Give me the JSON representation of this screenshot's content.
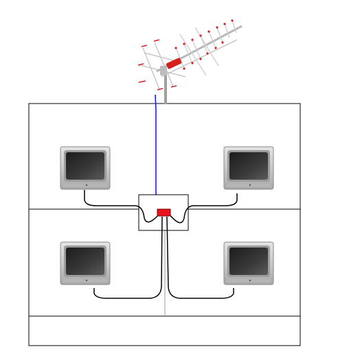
{
  "diagram": {
    "components": {
      "antenna": "tv-antenna",
      "splitter": "splitter",
      "junction_box": "junction-box",
      "televisions": [
        "tv-top-left",
        "tv-top-right",
        "tv-bottom-left",
        "tv-bottom-right"
      ],
      "floors": [
        "upper-floor",
        "lower-floor",
        "basement"
      ]
    },
    "colors": {
      "background": "#ffffff",
      "walls": "#000000",
      "antenna_cable": "#1a1aff",
      "distribution_cable": "#000000",
      "splitter": "#e8141c",
      "antenna_elements": "#c8c8c8",
      "antenna_accent": "#d42020",
      "tv_body": "#c8c8c8",
      "tv_screen": "#2b2b2b",
      "mast": "#9a9a9a"
    }
  }
}
